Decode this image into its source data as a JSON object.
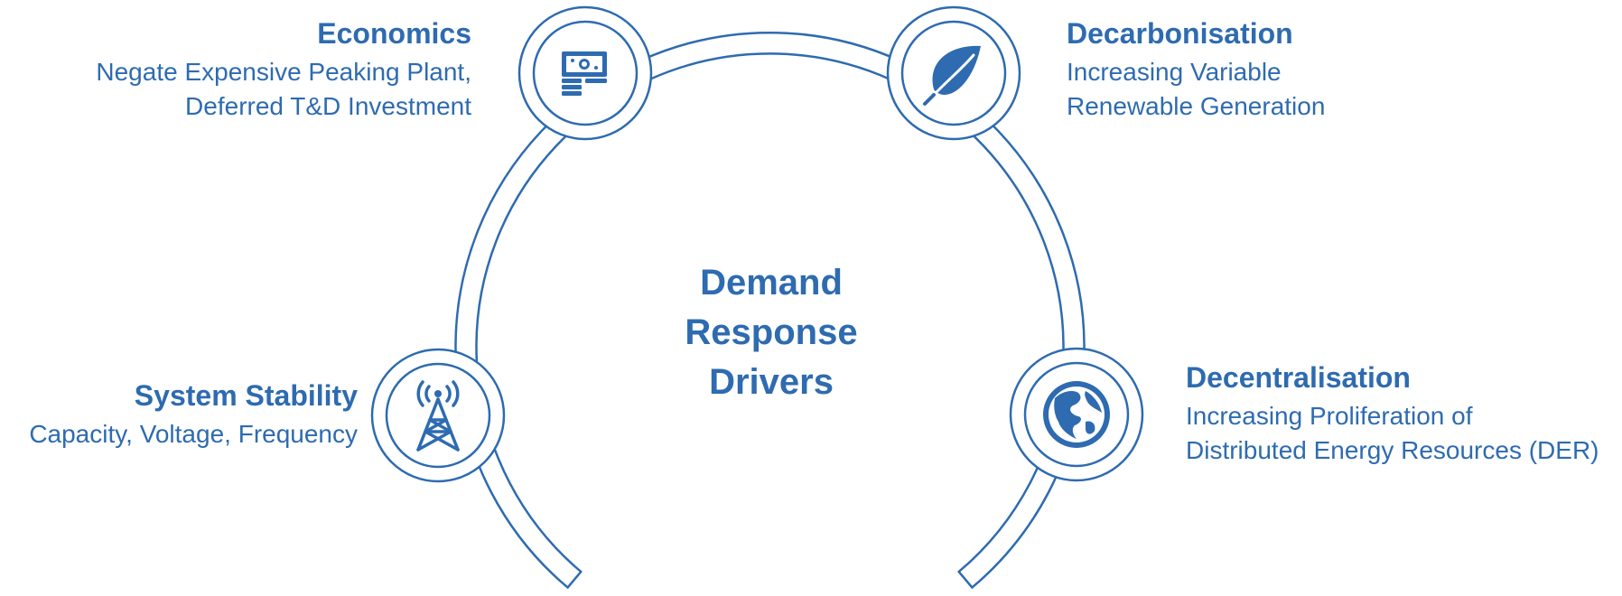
{
  "diagram": {
    "center_title_lines": [
      "Demand",
      "Response",
      "Drivers"
    ],
    "colors": {
      "primary": "#2e6bb0",
      "background": "#ffffff"
    },
    "nodes": [
      {
        "id": "economics",
        "title": "Economics",
        "lines": [
          "Negate Expensive Peaking Plant,",
          "Deferred T&D Investment"
        ],
        "icon": "money-stack-icon"
      },
      {
        "id": "decarbonisation",
        "title": "Decarbonisation",
        "lines": [
          "Increasing Variable",
          "Renewable Generation"
        ],
        "icon": "leaf-icon"
      },
      {
        "id": "system-stability",
        "title": "System Stability",
        "lines": [
          "Capacity, Voltage, Frequency"
        ],
        "icon": "transmission-tower-icon"
      },
      {
        "id": "decentralisation",
        "title": "Decentralisation",
        "lines": [
          "Increasing Proliferation of",
          "Distributed Energy Resources (DER)"
        ],
        "icon": "globe-icon"
      }
    ]
  }
}
